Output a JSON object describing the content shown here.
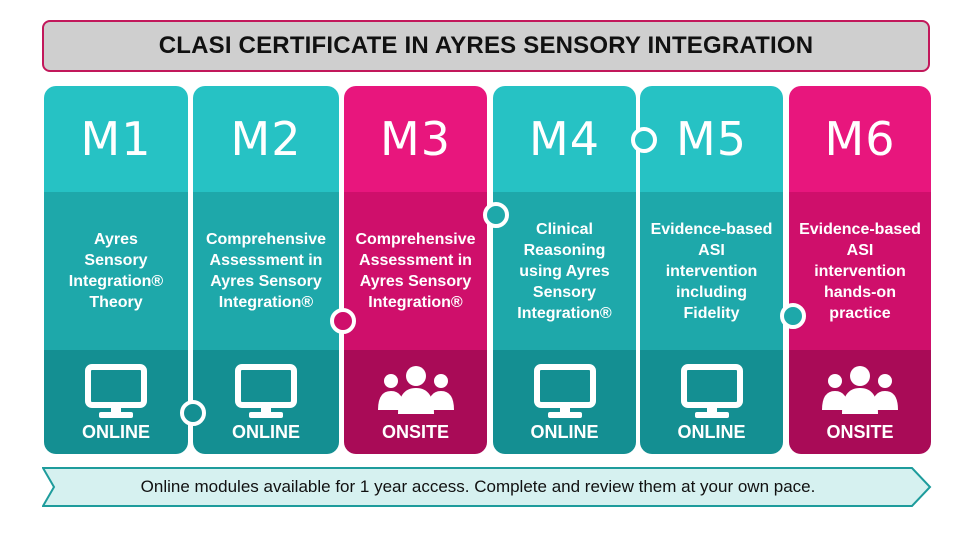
{
  "title": "CLASI CERTIFICATE IN AYRES SENSORY INTEGRATION",
  "colors": {
    "teal_top": "#26c2c4",
    "teal_mid": "#1ea8aa",
    "teal_bot": "#148f92",
    "pink_top": "#e8167d",
    "pink_mid": "#cf0f6b",
    "pink_bot": "#a90b57",
    "title_bg": "#cfcfcf",
    "title_border": "#c2185b",
    "footer_bg": "#d6f1f0",
    "footer_border": "#1e9c9c"
  },
  "modules": [
    {
      "code": "M1",
      "title": "Ayres\nSensory\nIntegration®\nTheory",
      "mode": "ONLINE",
      "icon": "monitor-icon",
      "color": "teal"
    },
    {
      "code": "M2",
      "title": "Comprehensive\nAssessment in\nAyres Sensory\nIntegration®",
      "mode": "ONLINE",
      "icon": "monitor-icon",
      "color": "teal"
    },
    {
      "code": "M3",
      "title": "Comprehensive\nAssessment in\nAyres Sensory\nIntegration®",
      "mode": "ONSITE",
      "icon": "people-icon",
      "color": "pink"
    },
    {
      "code": "M4",
      "title": "Clinical\nReasoning\nusing Ayres\nSensory\nIntegration®",
      "mode": "ONLINE",
      "icon": "monitor-icon",
      "color": "teal"
    },
    {
      "code": "M5",
      "title": "Evidence-based\nASI\nintervention\nincluding\nFidelity",
      "mode": "ONLINE",
      "icon": "monitor-icon",
      "color": "teal"
    },
    {
      "code": "M6",
      "title": "Evidence-based\nASI\nintervention\nhands-on\npractice",
      "mode": "ONSITE",
      "icon": "people-icon",
      "color": "pink"
    }
  ],
  "footer": "Online modules available for 1 year access. Complete and review them at your own pace."
}
